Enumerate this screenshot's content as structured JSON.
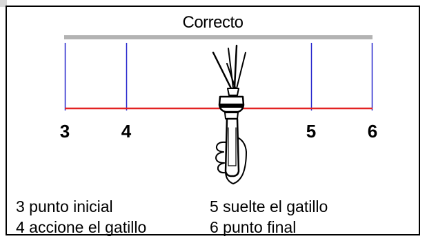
{
  "title": "Correcto",
  "markers": [
    {
      "label": "3"
    },
    {
      "label": "4"
    },
    {
      "label": "5"
    },
    {
      "label": "6"
    }
  ],
  "legend": {
    "left": [
      "3 punto inicial",
      "4 accione el gatillo"
    ],
    "right": [
      "5 suelte el gatillo",
      "6 punto final"
    ]
  },
  "colors": {
    "top_bar": "#b3b3b3",
    "marker_line": "#2222cc",
    "path_line": "#e32222"
  },
  "icons": [
    "spray-gun-in-hand-icon"
  ]
}
